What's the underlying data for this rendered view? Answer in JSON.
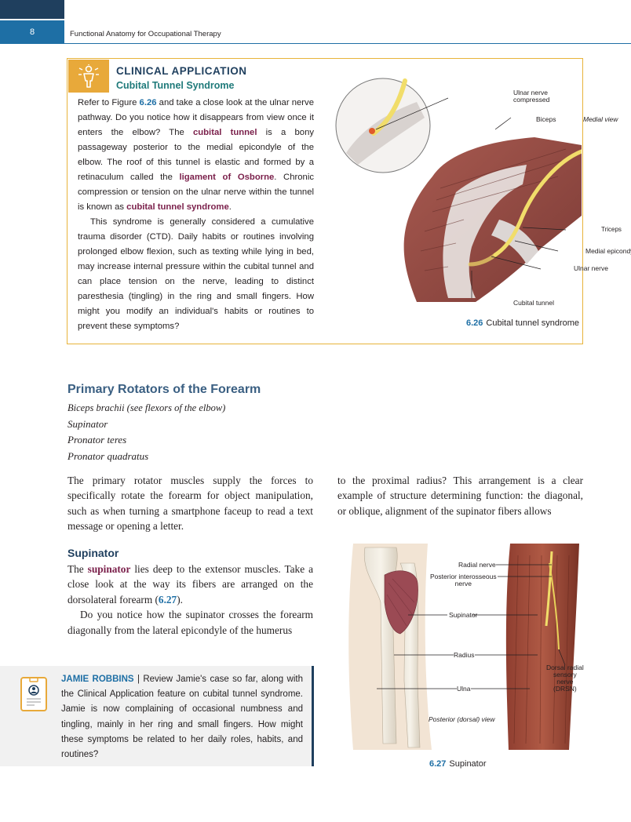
{
  "header": {
    "page_number": "8",
    "running_title": "Functional Anatomy for Occupational Therapy"
  },
  "clinical": {
    "heading": "CLINICAL APPLICATION",
    "subheading": "Cubital Tunnel Syndrome",
    "p1_a": "Refer to Figure ",
    "p1_ref": "6.26",
    "p1_b": " and take a close look at the ulnar nerve pathway. Do you notice how it disappears from view once it enters the elbow? The ",
    "p1_term1": "cubital tunnel",
    "p1_c": " is a bony passageway posterior to the medial epicondyle of the elbow. The roof of this tunnel is elastic and formed by a retinaculum called the ",
    "p1_term2": "ligament of Osborne",
    "p1_d": ". Chronic compression or tension on the ulnar nerve within the tunnel is known as ",
    "p1_term3": "cubital tunnel syndrome",
    "p1_e": ".",
    "p2": "This syndrome is generally considered a cumulative trauma disorder (CTD). Daily habits or routines involving prolonged elbow flexion, such as texting while lying in bed, may increase internal pressure within the cubital tunnel and can place tension on the nerve, leading to distinct paresthesia (tingling) in the ring and small fingers. How might you modify an individual's habits or routines to prevent these symptoms?",
    "figure": {
      "labels": {
        "ulnar_compressed": "Ulnar nerve\ncompressed",
        "biceps": "Biceps",
        "medial_view": "Medial view",
        "triceps": "Triceps",
        "medial_epicondyle": "Medial epicondyle",
        "ulnar_nerve": "Ulnar nerve",
        "cubital_tunnel": "Cubital tunnel"
      },
      "caption_num": "6.26",
      "caption_text": "Cubital tunnel syndrome"
    }
  },
  "section": {
    "title": "Primary Rotators of the Forearm",
    "muscles": [
      "Biceps brachii (see flexors of the elbow)",
      "Supinator",
      "Pronator teres",
      "Pronator quadratus"
    ],
    "col1_p1": "The primary rotator muscles supply the forces to specifically rotate the forearm for object manipulation, such as when turning a smartphone faceup to read a text message or opening a letter.",
    "col2_p1": "to the proximal radius? This arrangement is a clear example of structure determining function: the diagonal, or oblique, alignment of the supinator fibers allows",
    "sub_heading": "Supinator",
    "sup_p1_a": "The ",
    "sup_p1_term": "supinator",
    "sup_p1_b": " lies deep to the extensor muscles. Take a close look at the way its fibers are arranged on the dorsolateral forearm (",
    "sup_p1_ref": "6.27",
    "sup_p1_c": ").",
    "sup_p2": "Do you notice how the supinator crosses the forearm diagonally from the lateral epicondyle of the humerus"
  },
  "jamie": {
    "name": "JAMIE ROBBINS",
    "text": " | Review Jamie's case so far, along with the Clinical Application feature on cubital tunnel syndrome. Jamie is now complaining of occasional numbness and tingling, mainly in her ring and small fingers. How might these symptoms be related to her daily roles, habits, and routines?"
  },
  "figure2": {
    "labels": {
      "radial_nerve": "Radial nerve",
      "post_interosseous": "Posterior interosseous\nnerve",
      "supinator": "Supinator",
      "radius": "Radius",
      "ulna": "Ulna",
      "drsn": "Dorsal radial\nsensory\nnerve\n(DRSN)",
      "view": "Posterior (dorsal) view"
    },
    "caption_num": "6.27",
    "caption_text": "Supinator"
  },
  "colors": {
    "navy": "#1f3f5e",
    "blue": "#1e6fa5",
    "gold": "#e8b33a",
    "term": "#7a1f4a",
    "teal": "#1f7a7a"
  }
}
